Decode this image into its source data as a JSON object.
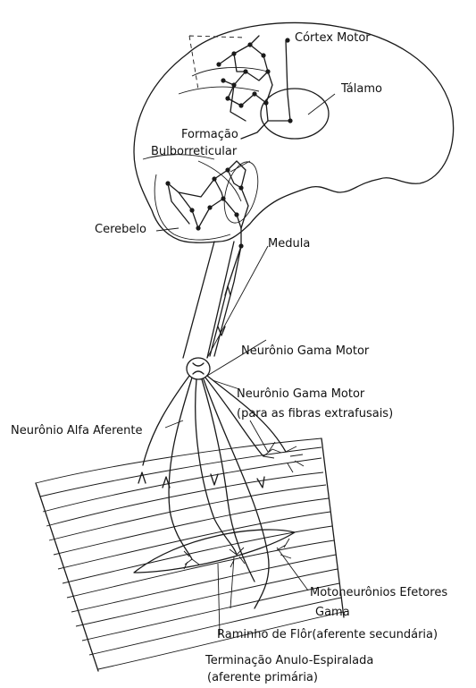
{
  "labels": {
    "cortex_motor": "Córtex Motor",
    "talamo": "Tálamo",
    "formacao_line1": "Formação",
    "formacao_line2": "Bulborreticular",
    "cerebelo": "Cerebelo",
    "medula": "Medula",
    "neuronio_gama_motor": "Neurônio Gama Motor",
    "neuronio_gama_motor_2": "Neurônio Gama Motor",
    "extrafusais": "(para as fibras extrafusais)",
    "alfa_aferente": "Neurônio Alfa Aferente",
    "motoneuronios_line1": "Motoneurônios Efetores",
    "motoneuronios_line2": "Gama",
    "raminho": "Raminho de Flôr(aferente secundária)",
    "terminacao_line1": "Terminação Anulo-Espiralada",
    "terminacao_line2": "(aferente primária)"
  }
}
